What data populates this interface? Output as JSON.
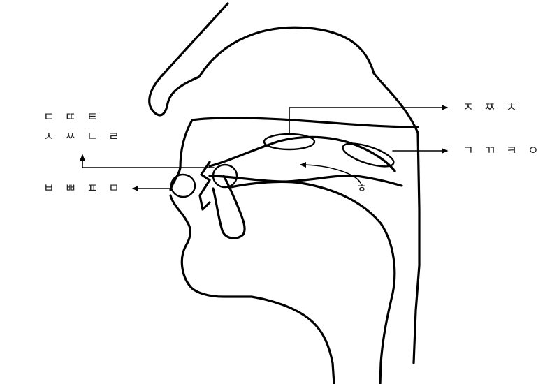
{
  "labels": {
    "alveolar_row1": "ㄷ ㄸ ㅌ",
    "alveolar_row2": "ㅅ ㅆ ㄴ ㄹ",
    "bilabial": "ㅂ ㅃ ㅍ ㅁ",
    "palatal": "ㅈ ㅉ ㅊ",
    "velar": "ㄱ ㄲ ㅋ ㅇ",
    "glottal": "ㅎ"
  }
}
